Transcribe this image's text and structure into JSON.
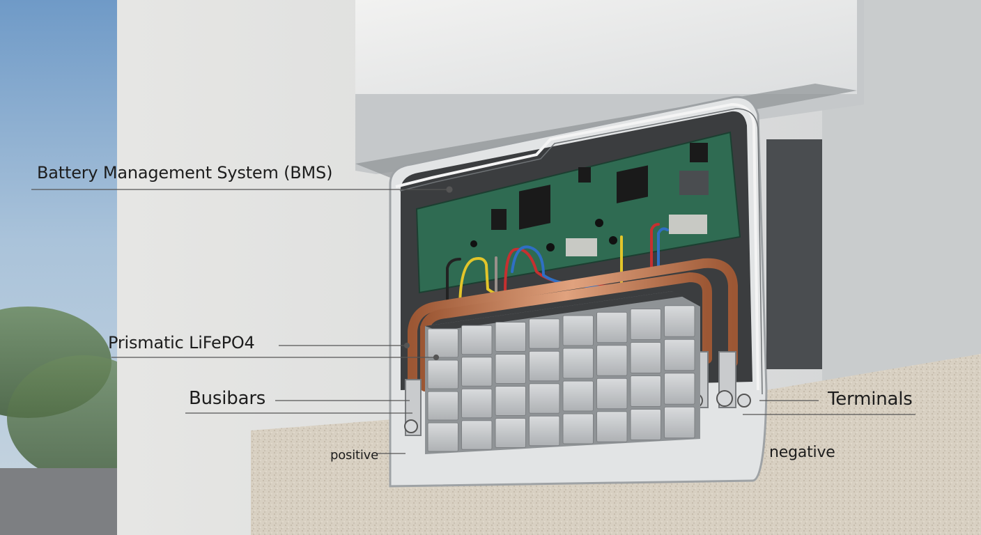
{
  "diagram": {
    "labels": {
      "bms": "Battery Management System (BMS)",
      "cells": "Prismatic LiFePO4",
      "busbars": "Busibars",
      "terminals": "Terminals",
      "positive": "positive",
      "negative": "negative"
    },
    "cell_grid": {
      "columns": 8,
      "rows": 4
    },
    "colors": {
      "pcb": "#2f6b52",
      "copper": "#c77a52",
      "cell": "#c6c8ca",
      "enclosure": "#d3d6d8",
      "leader_line": "#555555"
    }
  }
}
